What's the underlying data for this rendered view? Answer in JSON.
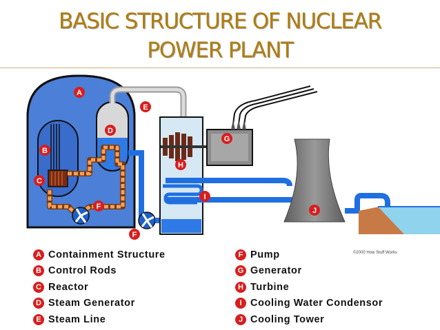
{
  "title": {
    "line1": "BASIC STRUCTURE OF NUCLEAR",
    "line2": "POWER PLANT"
  },
  "colors": {
    "title": "#b07d10",
    "badge": "#d81e1e",
    "vessel": "#3f7ad6",
    "pipe_hot": "#f59a4a",
    "pipe_cold": "#1f6fe0",
    "tower": "#7a7a7a"
  },
  "labels": {
    "A": "A",
    "B": "B",
    "C": "C",
    "D": "D",
    "E": "E",
    "F": "F",
    "G": "G",
    "H": "H",
    "I": "I",
    "J": "J"
  },
  "legend_left": [
    {
      "letter": "A",
      "text": "Containment Structure"
    },
    {
      "letter": "B",
      "text": "Control Rods"
    },
    {
      "letter": "C",
      "text": "Reactor"
    },
    {
      "letter": "D",
      "text": "Steam Generator"
    },
    {
      "letter": "E",
      "text": "Steam Line"
    }
  ],
  "legend_right": [
    {
      "letter": "F",
      "text": "Pump"
    },
    {
      "letter": "G",
      "text": "Generator"
    },
    {
      "letter": "H",
      "text": "Turbine"
    },
    {
      "letter": "I",
      "text": "Cooling Water Condensor"
    },
    {
      "letter": "J",
      "text": "Cooling Tower"
    }
  ],
  "copyright": "©2000 How Stuff Works"
}
